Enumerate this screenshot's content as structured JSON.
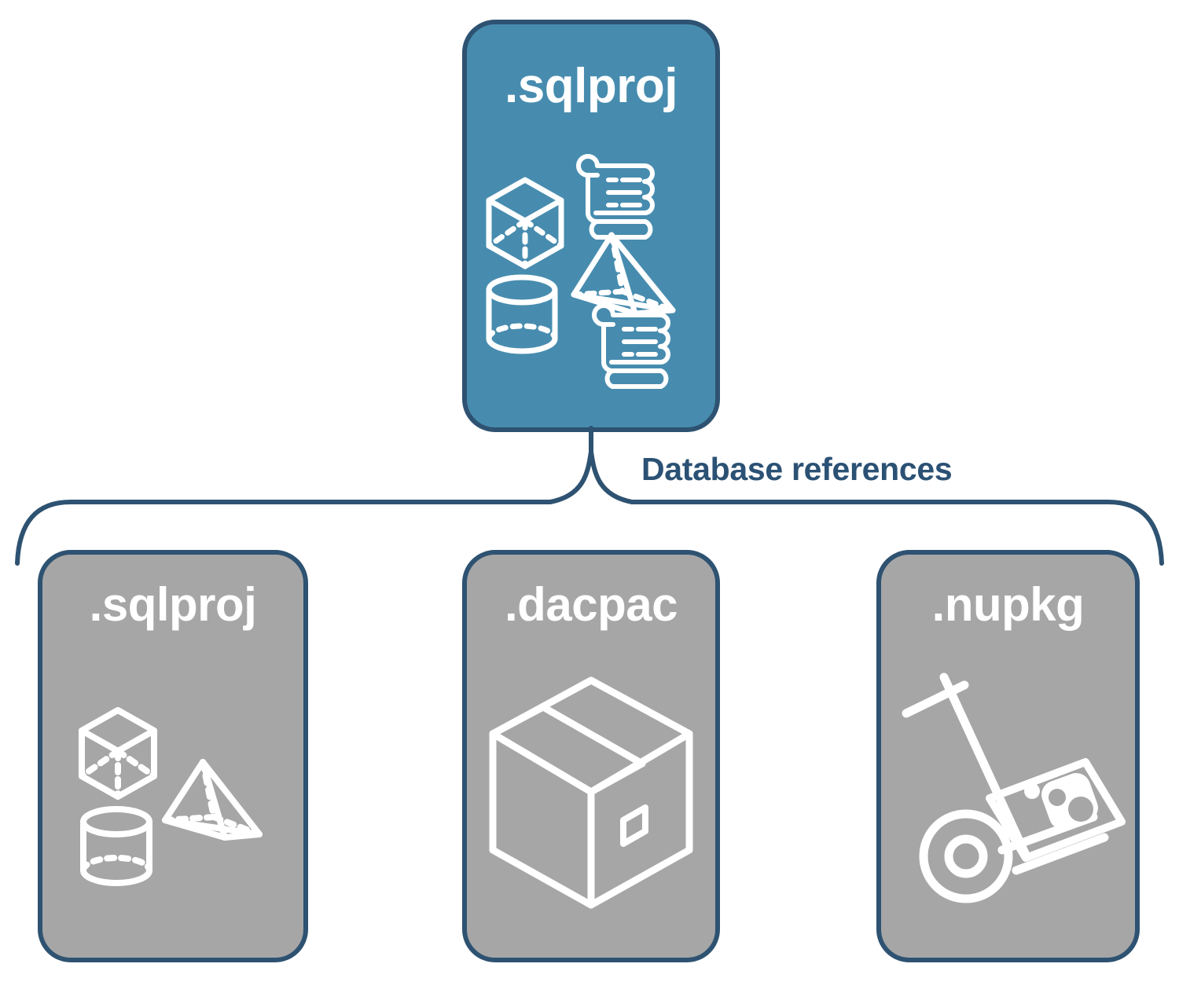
{
  "diagram": {
    "title": "Database references",
    "background": "#ffffff",
    "colors": {
      "primary_fill": "#478caf",
      "secondary_fill": "#a6a6a6",
      "stroke": "#2e5271",
      "label_text": "#2b5174",
      "card_text": "#ffffff",
      "icon_stroke": "#ffffff"
    },
    "connector": {
      "type": "curly-brace",
      "label": "Database references",
      "orientation": "horizontal-down",
      "from": "sqlproj-root-card",
      "to": [
        "sqlproj-reference-card",
        "dacpac-reference-card",
        "nupkg-reference-card"
      ]
    },
    "root": {
      "id": "sqlproj-root-card",
      "label": ".sqlproj",
      "fill": "primary",
      "icons": [
        "cube-wireframe-icon",
        "pyramid-wireframe-icon",
        "cylinder-wireframe-icon",
        "scroll-icon",
        "scroll-icon"
      ]
    },
    "references": [
      {
        "id": "sqlproj-reference-card",
        "label": ".sqlproj",
        "fill": "secondary",
        "icons": [
          "cube-wireframe-icon",
          "pyramid-wireframe-icon",
          "cylinder-wireframe-icon"
        ]
      },
      {
        "id": "dacpac-reference-card",
        "label": ".dacpac",
        "fill": "secondary",
        "icons": [
          "shipping-box-icon"
        ]
      },
      {
        "id": "nupkg-reference-card",
        "label": ".nupkg",
        "fill": "secondary",
        "icons": [
          "hand-truck-package-icon"
        ]
      }
    ]
  }
}
